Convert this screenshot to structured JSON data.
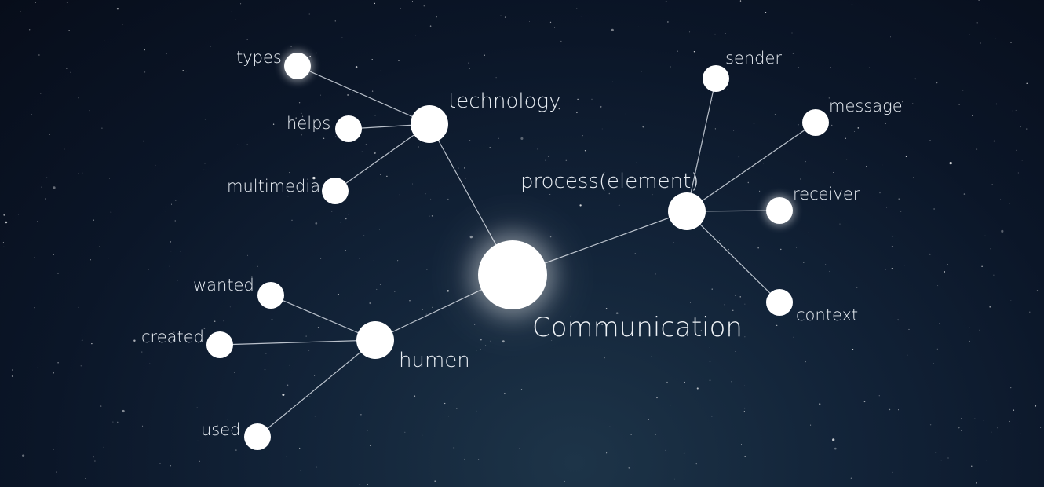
{
  "diagram": {
    "center": {
      "id": "communication",
      "label": "Communication"
    },
    "nodes": [
      {
        "id": "technology",
        "label": "technology"
      },
      {
        "id": "types",
        "label": "types"
      },
      {
        "id": "helps",
        "label": "helps"
      },
      {
        "id": "multimedia",
        "label": "multimedia"
      },
      {
        "id": "process",
        "label": "process(element)"
      },
      {
        "id": "sender",
        "label": "sender"
      },
      {
        "id": "message",
        "label": "message"
      },
      {
        "id": "receiver",
        "label": "receiver"
      },
      {
        "id": "context",
        "label": "context"
      },
      {
        "id": "humen",
        "label": "humen"
      },
      {
        "id": "wanted",
        "label": "wanted"
      },
      {
        "id": "created",
        "label": "created"
      },
      {
        "id": "used",
        "label": "used"
      }
    ],
    "edges": [
      [
        "communication",
        "technology"
      ],
      [
        "communication",
        "process"
      ],
      [
        "communication",
        "humen"
      ],
      [
        "technology",
        "types"
      ],
      [
        "technology",
        "helps"
      ],
      [
        "technology",
        "multimedia"
      ],
      [
        "process",
        "sender"
      ],
      [
        "process",
        "message"
      ],
      [
        "process",
        "receiver"
      ],
      [
        "process",
        "context"
      ],
      [
        "humen",
        "wanted"
      ],
      [
        "humen",
        "created"
      ],
      [
        "humen",
        "used"
      ]
    ]
  },
  "colors": {
    "node": "#ffffff",
    "edge": "#d8dee6",
    "text": "#e8edf3",
    "background": "#0b1424"
  }
}
